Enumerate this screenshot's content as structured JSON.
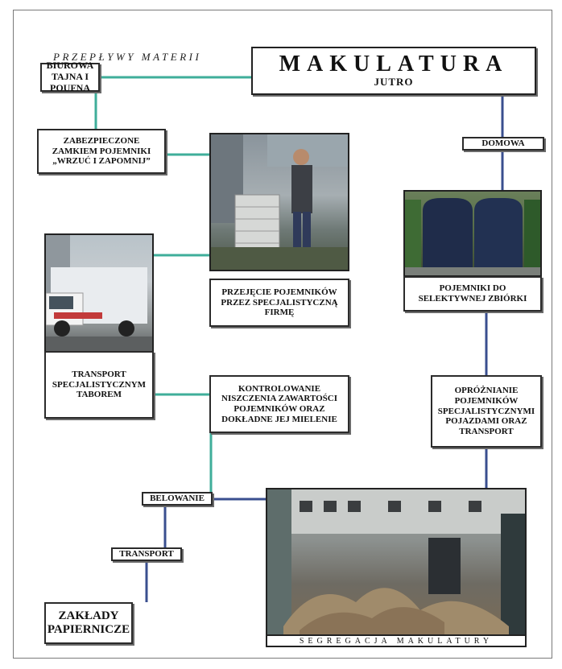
{
  "heading": "PRZEPŁYWY MATERII",
  "title": {
    "main": "MAKULATURA",
    "sub": "JUTRO"
  },
  "nodes": {
    "biurowa": "BIUROWA\nTAJNA I POUFNA",
    "zabezpieczone": "ZABEZPIECZONE\nZAMKIEM POJEMNIKI\n„WRZUĆ I ZAPOMNIJ”",
    "przejecie": "PRZEJĘCIE POJEMNIKÓW\nPRZEZ SPECJALISTYCZNĄ\nFIRMĘ",
    "transport_taborem": "TRANSPORT\nSPECJALISTYCZNYM\nTABOREM",
    "kontrolowanie": "KONTROLOWANIE\nNISZCZENIA ZAWARTOŚCI\nPOJEMNIKÓW ORAZ\nDOKŁADNE JEJ MIELENIE",
    "belowanie": "BELOWANIE",
    "transport": "TRANSPORT",
    "zaklady": "ZAKŁADY\nPAPIERNICZE",
    "domowa": "DOMOWA",
    "pojemniki_selektywne": "POJEMNIKI DO\nSELEKTYWNEJ ZBIÓRKI",
    "oproznianie": "OPRÓŻNIANIE\nPOJEMNIKÓW\nSPECJALISTYCZNYMI\nPOJAZDAMI ORAZ\nTRANSPORT",
    "segregacja": "SEGREGACJA MAKULATURY"
  },
  "colors": {
    "office_path": "#3fae9a",
    "home_path": "#3a4f8f",
    "box_border": "#2b2b2b"
  }
}
